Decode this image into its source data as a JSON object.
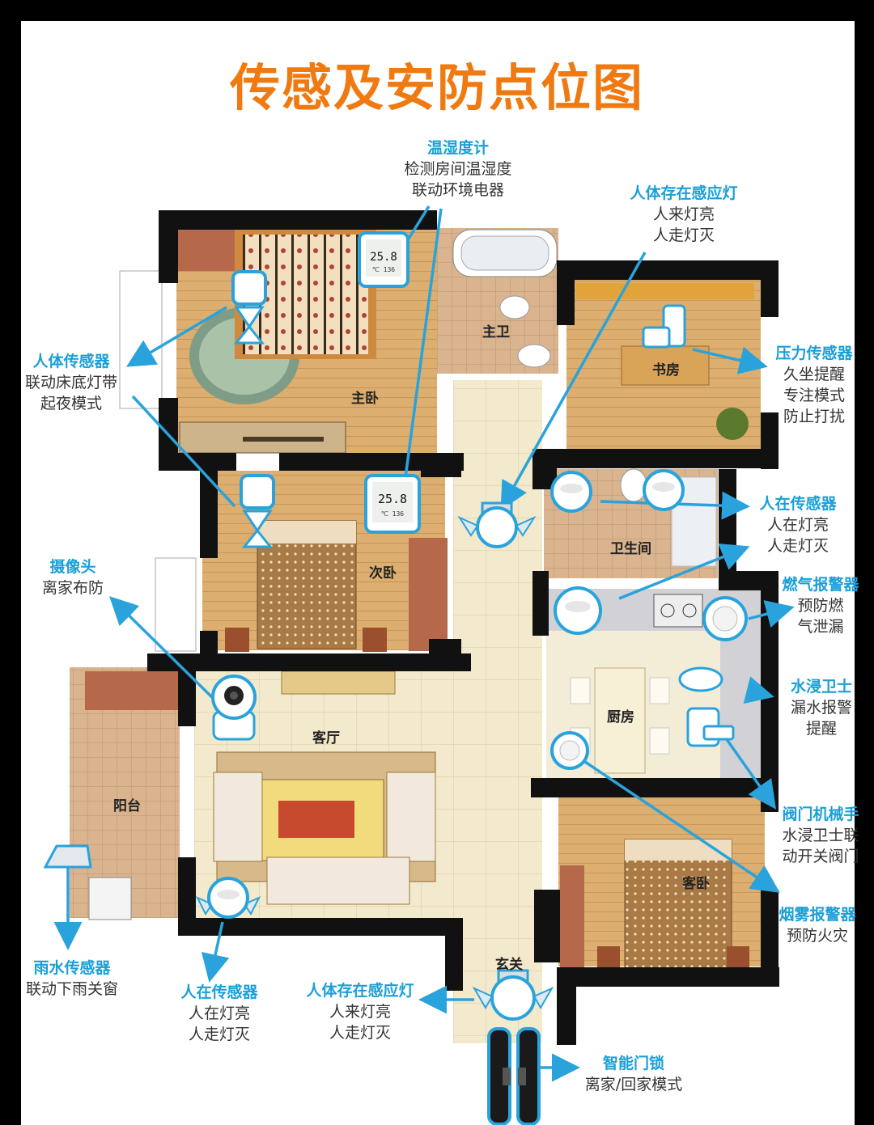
{
  "title": "传感及安防点位图",
  "rooms": {
    "master_bedroom": "主卧",
    "master_bath": "主卫",
    "study": "书房",
    "second_bedroom": "次卧",
    "bathroom": "卫生间",
    "kitchen": "厨房",
    "living_room": "客厅",
    "balcony": "阳台",
    "guest_bedroom": "客卧",
    "entrance": "玄关"
  },
  "hygrometer_reading": "25.8",
  "hygrometer_sub": "℃ 136",
  "labels": {
    "thermo": {
      "heading": "温湿度计",
      "lines": [
        "检测房间温湿度",
        "联动环境电器"
      ]
    },
    "presence_light_top": {
      "heading": "人体存在感应灯",
      "lines": [
        "人来灯亮",
        "人走灯灭"
      ]
    },
    "body_sensor_left": {
      "heading": "人体传感器",
      "lines": [
        "联动床底灯带",
        "起夜模式"
      ]
    },
    "pressure": {
      "heading": "压力传感器",
      "lines": [
        "久坐提醒",
        "专注模式",
        "防止打扰"
      ]
    },
    "presence_right": {
      "heading": "人在传感器",
      "lines": [
        "人在灯亮",
        "人走灯灭"
      ]
    },
    "camera": {
      "heading": "摄像头",
      "lines": [
        "离家布防"
      ]
    },
    "gas": {
      "heading": "燃气报警器",
      "lines": [
        "预防燃",
        "气泄漏"
      ]
    },
    "water_leak": {
      "heading": "水浸卫士",
      "lines": [
        "漏水报警",
        "提醒"
      ]
    },
    "valve": {
      "heading": "阀门机械手",
      "lines": [
        "水浸卫士联",
        "动开关阀门"
      ]
    },
    "smoke": {
      "heading": "烟雾报警器",
      "lines": [
        "预防火灾"
      ]
    },
    "rain": {
      "heading": "雨水传感器",
      "lines": [
        "联动下雨关窗"
      ]
    },
    "presence_bottom": {
      "heading": "人在传感器",
      "lines": [
        "人在灯亮",
        "人走灯灭"
      ]
    },
    "presence_light_bottom": {
      "heading": "人体存在感应灯",
      "lines": [
        "人来灯亮",
        "人走灯灭"
      ]
    },
    "smart_lock": {
      "heading": "智能门锁",
      "lines": [
        "离家/回家模式"
      ]
    }
  },
  "colors": {
    "title": "#f07a12",
    "heading": "#1a9fd8",
    "pointer": "#2aa3dc",
    "wall": "#111111",
    "wood_floor": "#d9ad70",
    "tile_floor": "#f0e6c8",
    "background": "#ffffff"
  }
}
